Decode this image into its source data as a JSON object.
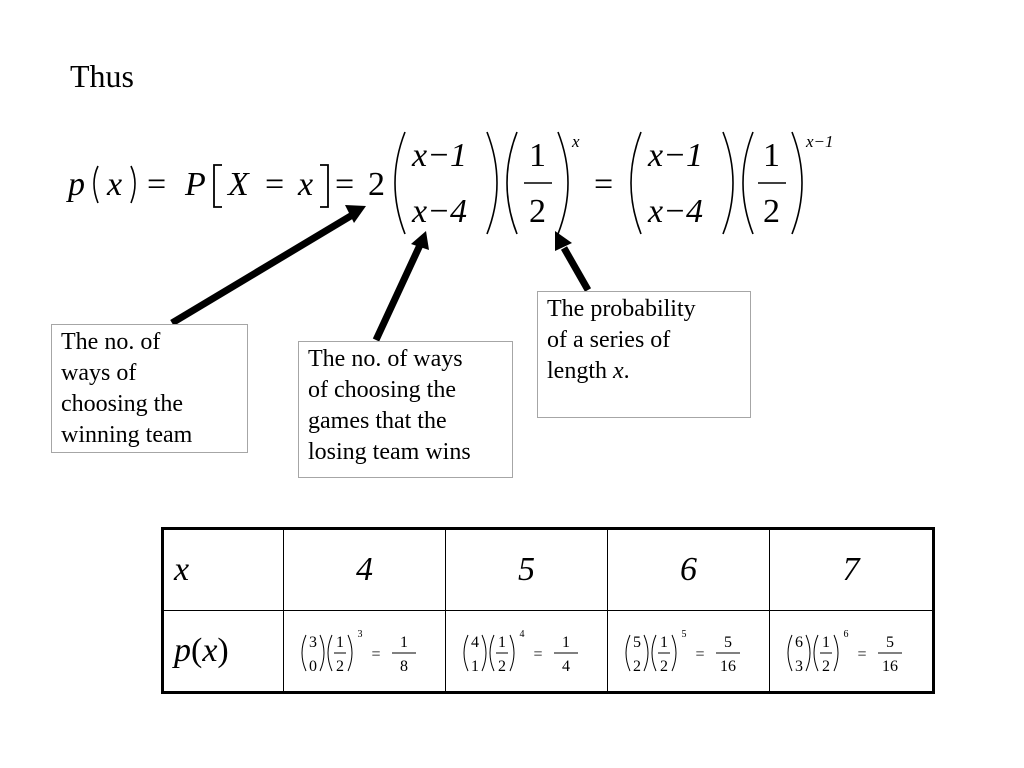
{
  "heading": "Thus",
  "formula": {
    "lhs_p": "p",
    "lhs_x": "x",
    "eq": "=",
    "P": "P",
    "X": "X",
    "x": "x",
    "coef": "2",
    "binom_top": "x−1",
    "binom_bottom": "x−4",
    "frac_num": "1",
    "frac_den": "2",
    "exp1": "x",
    "exp2": "x−1"
  },
  "callouts": {
    "winning_team": [
      "The no. of",
      "ways of",
      "choosing the",
      "winning team"
    ],
    "losing_team": [
      "The no. of ways",
      "of choosing the",
      "games that the",
      "losing team wins"
    ],
    "probability": [
      "The probability",
      "of a series of",
      "length "
    ],
    "probability_var": "x",
    "probability_end": "."
  },
  "table": {
    "row1_label": "x",
    "row2_label_p": "p",
    "row2_label_x": "x",
    "columns": [
      {
        "x": "4",
        "n": "3",
        "k": "0",
        "exp": "3",
        "num": "1",
        "den": "8"
      },
      {
        "x": "5",
        "n": "4",
        "k": "1",
        "exp": "4",
        "num": "1",
        "den": "4"
      },
      {
        "x": "6",
        "n": "5",
        "k": "2",
        "exp": "5",
        "num": "5",
        "den": "16"
      },
      {
        "x": "7",
        "n": "6",
        "k": "3",
        "exp": "6",
        "num": "5",
        "den": "16"
      }
    ],
    "half_num": "1",
    "half_den": "2",
    "eq": "="
  }
}
